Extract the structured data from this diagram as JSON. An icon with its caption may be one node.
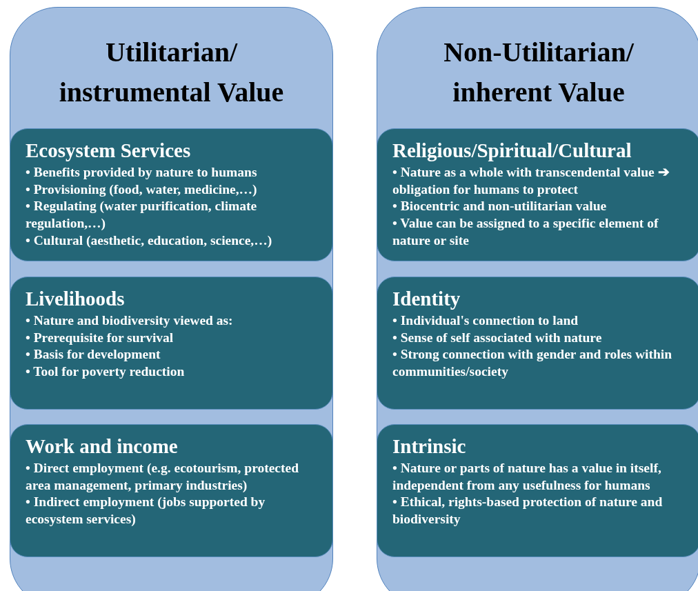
{
  "diagram": {
    "nodes": [
      {
        "text": [
          "Utilitarian/ instrumental Value"
        ]
      },
      {
        "text": [
          "Ecosystem Services",
          "• Benefits provided by nature to humans",
          "• Provisioning (food, water, medicine,…)",
          "• Regulating (water purification, climate regulation,…)",
          "• Cultural (aesthetic, education, science,…)"
        ],
        "in": 0
      },
      {
        "text": [
          "Livelihoods",
          "• Nature and biodiversity viewed as:",
          "• Prerequisite for survival",
          "• Basis for development",
          "• Tool for poverty reduction"
        ],
        "in": 0
      },
      {
        "text": [
          "Work and income",
          "• Direct employment (e.g. ecotourism, protected area management, primary industries)",
          "• Indirect employment (jobs supported by ecosystem services)"
        ],
        "in": 0
      },
      {
        "text": [
          "Non-Utilitarian/ inherent Value"
        ]
      },
      {
        "text": [
          "Religious/Spiritual/Cultural",
          "• Nature as a whole with transcendental value ➔ obligation for humans to protect",
          "• Biocentric and non-utilitarian value",
          "• Value can be assigned to a specific element of nature or site"
        ],
        "in": 4
      },
      {
        "text": [
          "Identity",
          "• Individual's connection to land",
          "• Sense of self associated with nature",
          "• Strong connection with gender and roles within communities/society"
        ],
        "in": 4
      },
      {
        "text": [
          "Intrinsic",
          "• Nature or parts of nature has a value in itself, independent from any usefulness for humans",
          "• Ethical, rights-based protection of nature and biodiversity"
        ],
        "in": 4
      }
    ]
  }
}
